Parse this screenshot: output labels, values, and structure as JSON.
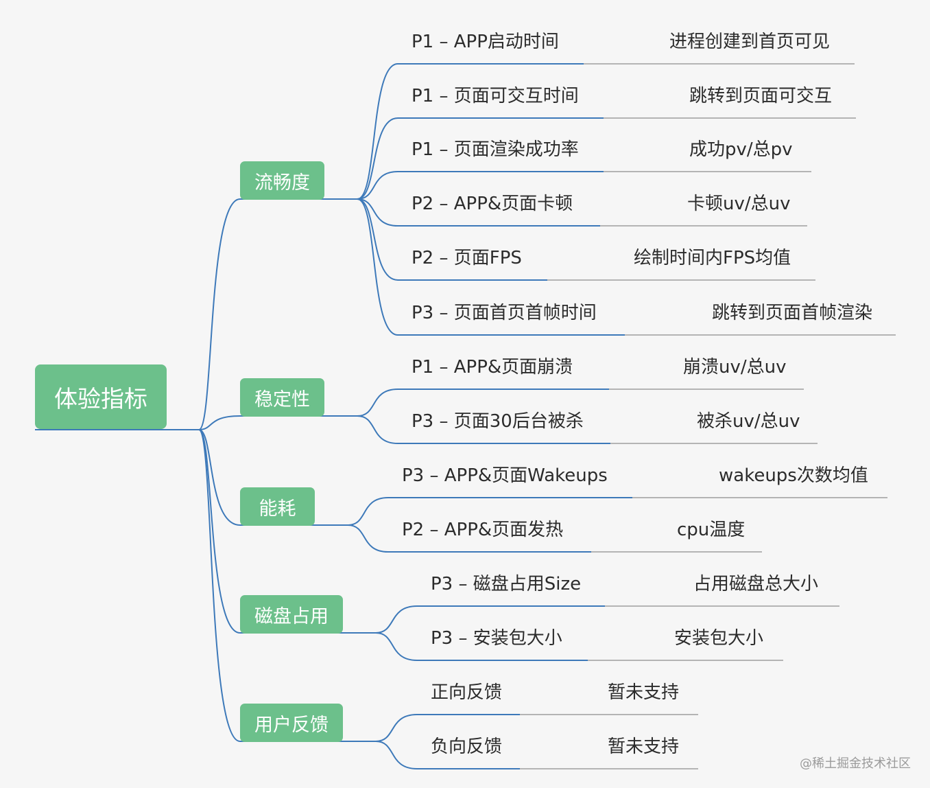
{
  "root": {
    "label": "体验指标"
  },
  "colors": {
    "node_fill": "#6cc08b",
    "branch_line": "#3d79b9",
    "underline": "#b4b4b4"
  },
  "categories": [
    {
      "label": "流畅度",
      "leaves": [
        {
          "name": "P1 – APP启动时间",
          "desc": "进程创建到首页可见"
        },
        {
          "name": "P1 – 页面可交互时间",
          "desc": "跳转到页面可交互"
        },
        {
          "name": "P1 – 页面渲染成功率",
          "desc": "成功pv/总pv"
        },
        {
          "name": "P2 – APP&页面卡顿",
          "desc": "卡顿uv/总uv"
        },
        {
          "name": "P2 – 页面FPS",
          "desc": "绘制时间内FPS均值"
        },
        {
          "name": "P3 – 页面首页首帧时间",
          "desc": "跳转到页面首帧渲染"
        }
      ]
    },
    {
      "label": "稳定性",
      "leaves": [
        {
          "name": "P1 – APP&页面崩溃",
          "desc": "崩溃uv/总uv"
        },
        {
          "name": "P3 – 页面30后台被杀",
          "desc": "被杀uv/总uv"
        }
      ]
    },
    {
      "label": "能耗",
      "leaves": [
        {
          "name": "P3 – APP&页面Wakeups",
          "desc": "wakeups次数均值"
        },
        {
          "name": "P2 – APP&页面发热",
          "desc": "cpu温度"
        }
      ]
    },
    {
      "label": "磁盘占用",
      "leaves": [
        {
          "name": "P3 – 磁盘占用Size",
          "desc": "占用磁盘总大小"
        },
        {
          "name": "P3 – 安装包大小",
          "desc": "安装包大小"
        }
      ]
    },
    {
      "label": "用户反馈",
      "leaves": [
        {
          "name": "正向反馈",
          "desc": "暂未支持"
        },
        {
          "name": "负向反馈",
          "desc": "暂未支持"
        }
      ]
    }
  ],
  "watermark": "@稀土掘金技术社区"
}
